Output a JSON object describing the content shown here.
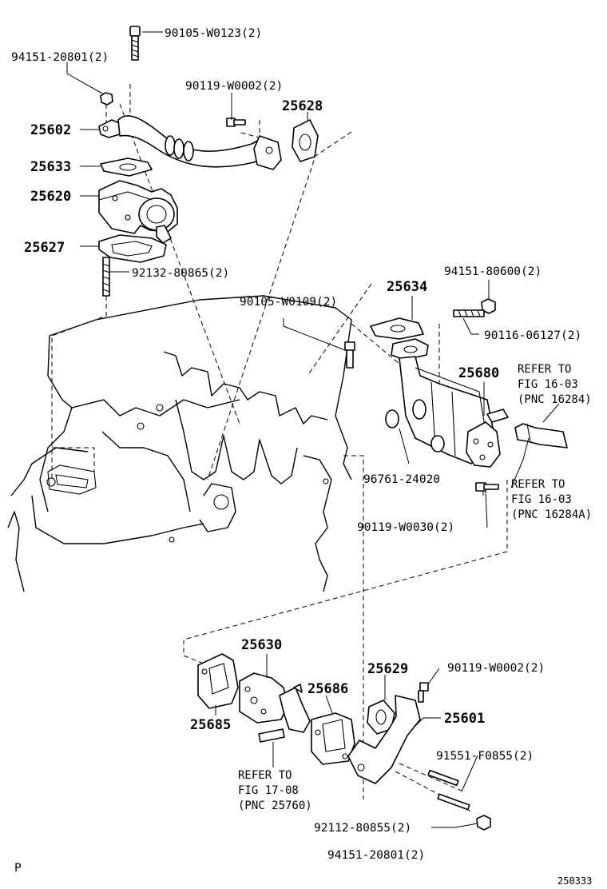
{
  "callouts": [
    {
      "id": "c1",
      "text": "90105-W0123(2)"
    },
    {
      "id": "c2",
      "text": "94151-20801(2)"
    },
    {
      "id": "c3",
      "text": "90119-W0002(2)"
    },
    {
      "id": "c4",
      "text": "25628"
    },
    {
      "id": "c5",
      "text": "25602"
    },
    {
      "id": "c6",
      "text": "25633"
    },
    {
      "id": "c7",
      "text": "25620"
    },
    {
      "id": "c8",
      "text": "25627"
    },
    {
      "id": "c9",
      "text": "92132-80865(2)"
    },
    {
      "id": "c10",
      "text": "94151-80600(2)"
    },
    {
      "id": "c11",
      "text": "25634"
    },
    {
      "id": "c12",
      "text": "90105-W0109(2)"
    },
    {
      "id": "c13",
      "text": "90116-06127(2)"
    },
    {
      "id": "c14",
      "text": "25680"
    },
    {
      "id": "c15",
      "text": "96761-24020"
    },
    {
      "id": "c16",
      "text": "90119-W0030(2)"
    },
    {
      "id": "c17",
      "text": "25630"
    },
    {
      "id": "c18",
      "text": "25629"
    },
    {
      "id": "c19",
      "text": "90119-W0002(2)"
    },
    {
      "id": "c20",
      "text": "25686"
    },
    {
      "id": "c21",
      "text": "25601"
    },
    {
      "id": "c22",
      "text": "25685"
    },
    {
      "id": "c23",
      "text": "91551-F0855(2)"
    },
    {
      "id": "c24",
      "text": "92112-80855(2)"
    },
    {
      "id": "c25",
      "text": "94151-20801(2)"
    }
  ],
  "references": [
    {
      "id": "r1",
      "lines": [
        "REFER TO",
        "FIG 16-03",
        "(PNC 16284)"
      ]
    },
    {
      "id": "r2",
      "lines": [
        "REFER TO",
        "FIG 16-03",
        "(PNC 16284A)"
      ]
    },
    {
      "id": "r3",
      "lines": [
        "REFER TO",
        "FIG 17-08",
        "(PNC 25760)"
      ]
    }
  ],
  "footer": {
    "left_mark": "P",
    "diagram_code": "250333"
  }
}
